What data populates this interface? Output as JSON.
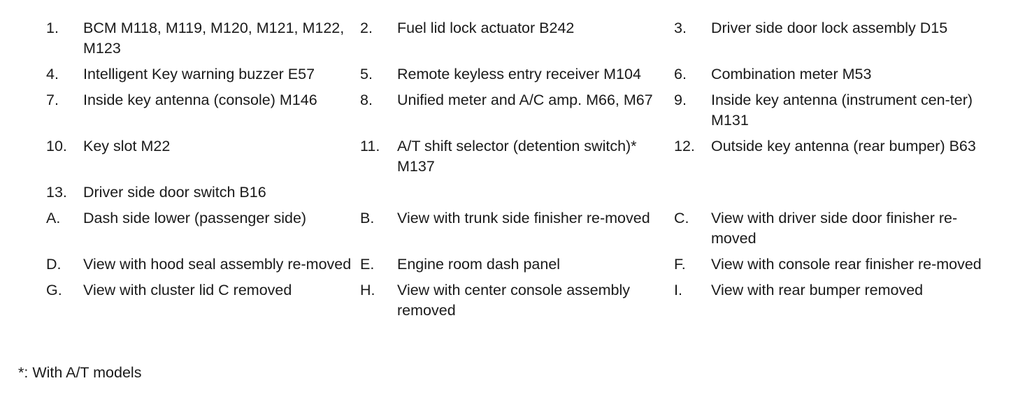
{
  "legend": {
    "rows": [
      [
        {
          "n": "1.",
          "t": "BCM M118, M119, M120, M121, M122, M123"
        },
        {
          "n": "2.",
          "t": "Fuel lid lock actuator B242"
        },
        {
          "n": "3.",
          "t": "Driver side door lock assembly D15"
        }
      ],
      [
        {
          "n": "4.",
          "t": "Intelligent Key warning buzzer E57"
        },
        {
          "n": "5.",
          "t": "Remote keyless entry receiver M104"
        },
        {
          "n": "6.",
          "t": "Combination meter M53"
        }
      ],
      [
        {
          "n": "7.",
          "t": "Inside key antenna (console) M146"
        },
        {
          "n": "8.",
          "t": "Unified meter and A/C amp. M66, M67"
        },
        {
          "n": "9.",
          "t": "Inside key antenna (instrument cen-ter) M131"
        }
      ],
      [
        {
          "n": "10.",
          "t": "Key slot M22"
        },
        {
          "n": "11.",
          "t": "A/T shift selector (detention switch)* M137"
        },
        {
          "n": "12.",
          "t": "Outside key antenna (rear bumper) B63"
        }
      ],
      [
        {
          "n": "13.",
          "t": "Driver side door switch B16"
        },
        {
          "n": "",
          "t": ""
        },
        {
          "n": "",
          "t": ""
        }
      ],
      [
        {
          "n": "A.",
          "t": "Dash side lower (passenger side)"
        },
        {
          "n": "B.",
          "t": "View with trunk side finisher re-moved"
        },
        {
          "n": "C.",
          "t": "View with driver side door finisher re-moved"
        }
      ],
      [
        {
          "n": "D.",
          "t": "View with hood seal assembly re-moved"
        },
        {
          "n": "E.",
          "t": "Engine room dash panel"
        },
        {
          "n": "F.",
          "t": "View with console rear finisher re-moved"
        }
      ],
      [
        {
          "n": "G.",
          "t": "View with cluster lid C removed"
        },
        {
          "n": "H.",
          "t": "View with center console assembly removed"
        },
        {
          "n": "I.",
          "t": "View with rear bumper removed"
        }
      ]
    ]
  },
  "footnote": "*: With A/T models"
}
